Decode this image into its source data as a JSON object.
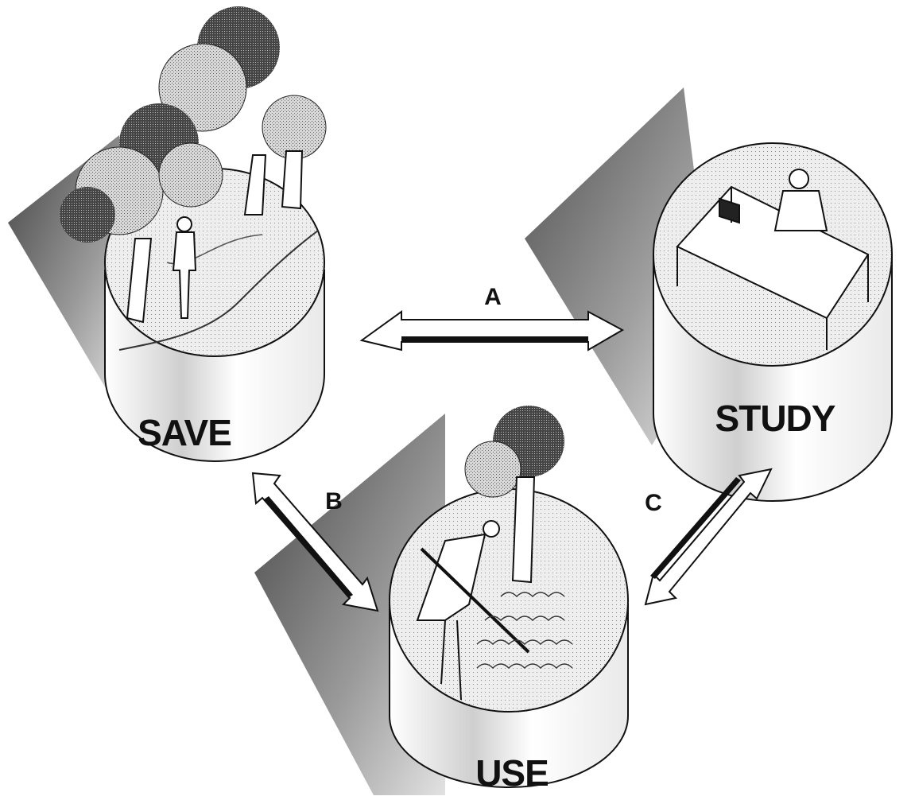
{
  "nodes": {
    "save": {
      "label": "SAVE"
    },
    "study": {
      "label": "STUDY"
    },
    "use": {
      "label": "USE"
    }
  },
  "links": {
    "a": {
      "label": "A"
    },
    "b": {
      "label": "B"
    },
    "c": {
      "label": "C"
    }
  }
}
